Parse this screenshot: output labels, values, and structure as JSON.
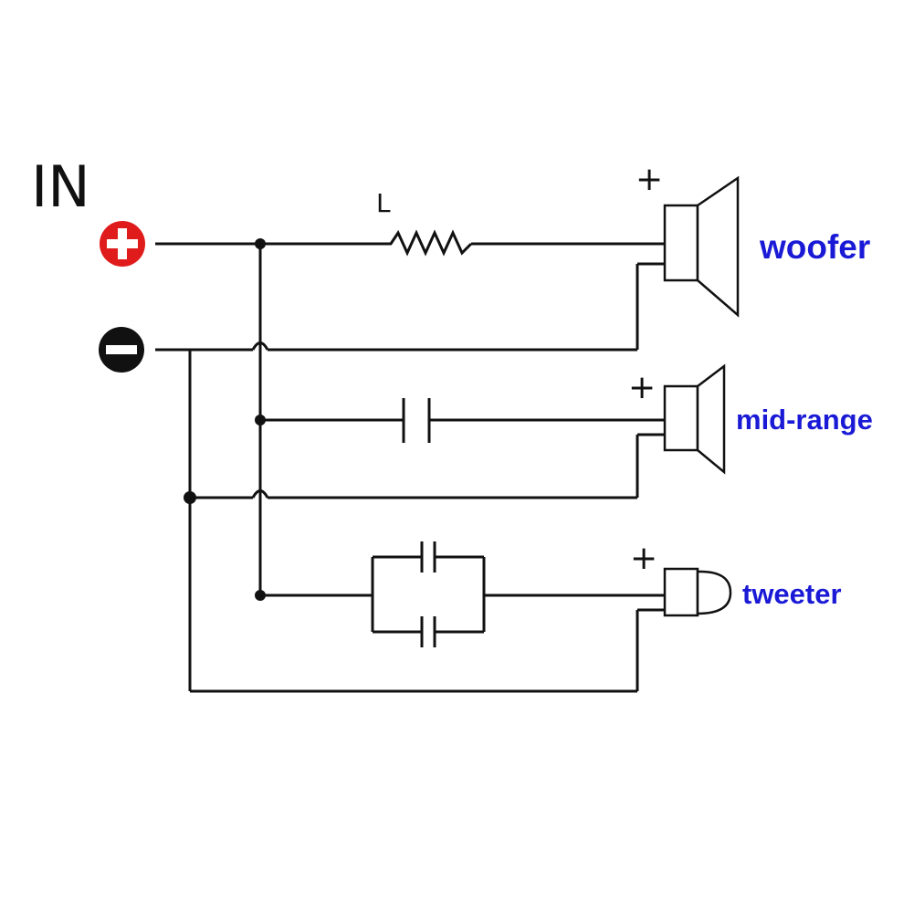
{
  "input": {
    "title": "IN",
    "positive_terminal": "+",
    "negative_terminal": "−"
  },
  "inductor": {
    "label": "L"
  },
  "speakers": {
    "woofer": {
      "label": "woofer",
      "polarity": "+"
    },
    "midrange": {
      "label": "mid-range",
      "polarity": "+"
    },
    "tweeter": {
      "label": "tweeter",
      "polarity": "+"
    }
  },
  "colors": {
    "label_blue": "#1a1ad6",
    "positive_red": "#e01b1b",
    "negative_black": "#111111",
    "wire": "#111111"
  }
}
